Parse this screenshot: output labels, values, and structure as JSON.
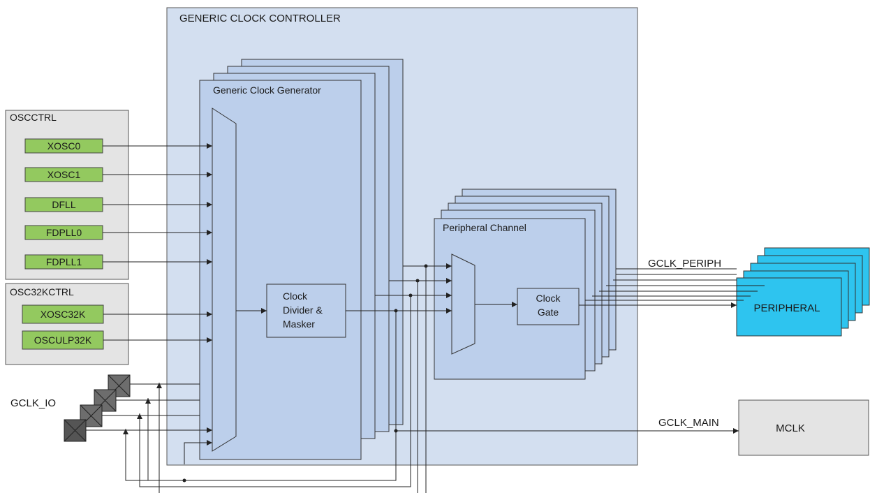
{
  "controller": {
    "title": "GENERIC CLOCK CONTROLLER"
  },
  "generator": {
    "title": "Generic Clock Generator"
  },
  "divider": {
    "line1": "Clock",
    "line2": "Divider &",
    "line3": "Masker"
  },
  "channel": {
    "title": "Peripheral Channel"
  },
  "gate": {
    "line1": "Clock",
    "line2": "Gate"
  },
  "oscctrl": {
    "title": "OSCCTRL",
    "sources": [
      "XOSC0",
      "XOSC1",
      "DFLL",
      "FDPLL0",
      "FDPLL1"
    ]
  },
  "osc32kctrl": {
    "title": "OSC32KCTRL",
    "sources": [
      "XOSC32K",
      "OSCULP32K"
    ]
  },
  "gclk_io": {
    "label": "GCLK_IO"
  },
  "signals": {
    "periph": "GCLK_PERIPH",
    "main": "GCLK_MAIN"
  },
  "peripheral": {
    "label": "PERIPHERAL"
  },
  "mclk": {
    "label": "MCLK"
  },
  "colors": {
    "controller_fill": "#d3dff0",
    "block_fill": "#bccfeb",
    "source_fill": "#93c95f",
    "peripheral_fill": "#2ec4ef",
    "ctrl_fill": "#e4e4e4",
    "pin_fill": "#6d6d6d"
  }
}
